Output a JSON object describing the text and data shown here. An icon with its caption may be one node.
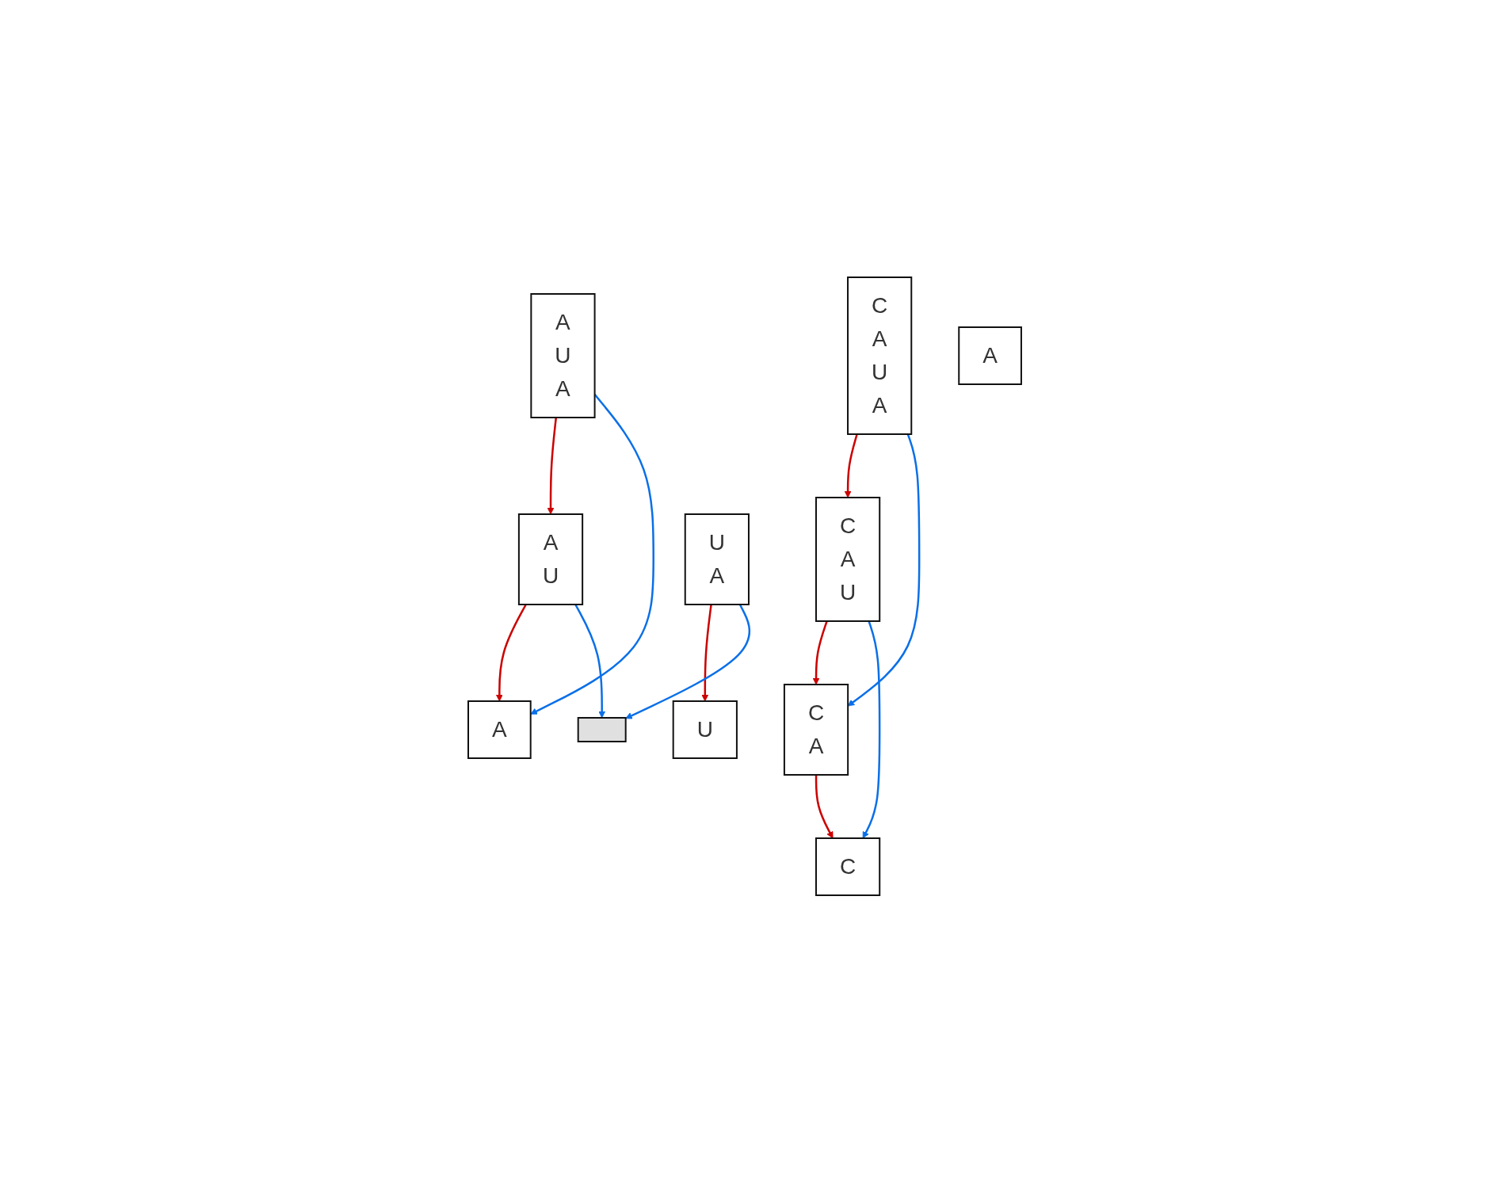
{
  "diagram": {
    "nodes": [
      {
        "text": [
          "C",
          "A",
          "U",
          "A"
        ]
      },
      {
        "text": [
          "C",
          "A",
          "U"
        ]
      },
      {
        "text": [
          "A",
          "U",
          "A"
        ]
      },
      {
        "text": [
          "C",
          "A"
        ]
      },
      {
        "text": [
          "A",
          "U"
        ]
      },
      {
        "text": [
          "U",
          "A"
        ]
      },
      {
        "text": [
          "C"
        ]
      },
      {
        "text": [
          "A"
        ]
      },
      {
        "text": [
          "U"
        ]
      },
      {
        "text": [
          "A"
        ]
      },
      {
        "text": [],
        "shape": "box"
      }
    ],
    "edges": [
      {
        "from": 0,
        "to": 1,
        "arrow": "to"
      },
      {
        "from": 0,
        "to": 3,
        "arrow": "to",
        "color": "#0a6fe8"
      },
      {
        "from": 1,
        "to": 3,
        "arrow": "to"
      },
      {
        "from": 1,
        "to": 6,
        "arrow": "to",
        "color": "#0a6fe8"
      },
      {
        "from": 2,
        "to": 4,
        "arrow": "to"
      },
      {
        "from": 2,
        "to": 7,
        "arrow": "to",
        "color": "#0a6fe8"
      },
      {
        "from": 3,
        "to": 6,
        "arrow": "to"
      },
      {
        "from": 4,
        "to": 7,
        "arrow": "to"
      },
      {
        "from": 4,
        "to": 10,
        "arrow": "to",
        "color": "#0a6fe8"
      },
      {
        "from": 5,
        "to": 8,
        "arrow": "to"
      },
      {
        "from": 5,
        "to": 10,
        "arrow": "to",
        "color": "#0a6fe8"
      }
    ]
  }
}
